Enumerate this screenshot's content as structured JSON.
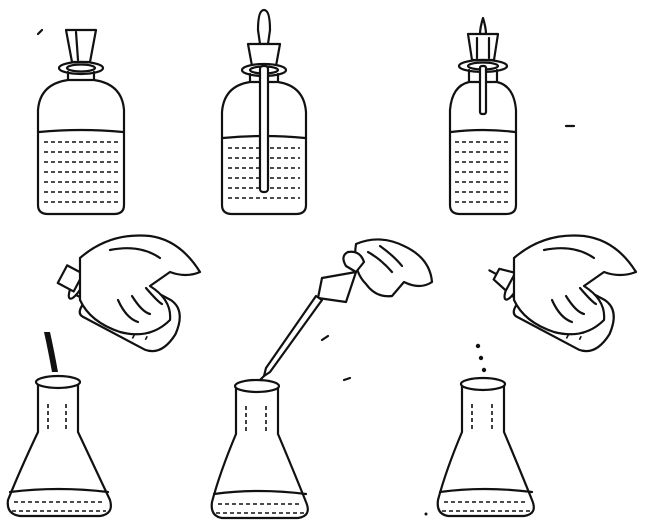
{
  "figure": {
    "background": "#ffffff",
    "ink_color": "#111111",
    "panels": [
      {
        "name": "wide-mouth-bottle-with-stopper",
        "icon": "reagent-bottle-icon"
      },
      {
        "name": "dropper-bottle-with-pipette",
        "icon": "dropper-bottle-icon"
      },
      {
        "name": "drip-bottle-with-nozzle",
        "icon": "drip-bottle-icon"
      },
      {
        "name": "pouring-into-flask",
        "icon": "hand-pouring-icon"
      },
      {
        "name": "dropping-with-pipette-into-flask",
        "icon": "hand-dropper-icon"
      },
      {
        "name": "dripping-from-nozzle-into-flask",
        "icon": "hand-drip-icon"
      }
    ]
  }
}
